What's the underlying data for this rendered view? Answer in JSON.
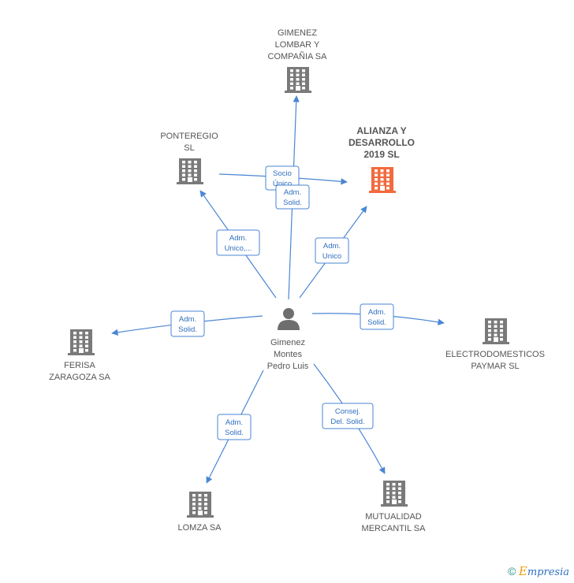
{
  "center": {
    "id": "person",
    "label": [
      "Gimenez",
      "Montes",
      "Pedro Luis"
    ],
    "icon": "person-icon"
  },
  "companies": [
    {
      "id": "gimenez-lombar",
      "label": [
        "GIMENEZ",
        "LOMBAR Y",
        "COMPAÑIA SA"
      ],
      "icon": "building-icon",
      "highlight": false
    },
    {
      "id": "ponteregio",
      "label": [
        "PONTEREGIO",
        "SL"
      ],
      "icon": "building-icon",
      "highlight": false
    },
    {
      "id": "alianza",
      "label": [
        "ALIANZA Y",
        "DESARROLLO",
        "2019  SL"
      ],
      "icon": "building-icon",
      "highlight": true
    },
    {
      "id": "ferisa",
      "label": [
        "FERISA",
        "ZARAGOZA SA"
      ],
      "icon": "building-icon",
      "highlight": false
    },
    {
      "id": "electrodomesticos",
      "label": [
        "ELECTRODOMESTICOS",
        "PAYMAR  SL"
      ],
      "icon": "building-icon",
      "highlight": false
    },
    {
      "id": "lomza",
      "label": [
        "LOMZA SA"
      ],
      "icon": "building-icon",
      "highlight": false
    },
    {
      "id": "mutualidad",
      "label": [
        "MUTUALIDAD",
        "MERCANTIL SA"
      ],
      "icon": "building-icon",
      "highlight": false
    }
  ],
  "relations": [
    {
      "id": "rel-socio-unico",
      "label": [
        "Socio",
        "Único"
      ]
    },
    {
      "id": "rel-adm-solid-top",
      "label": [
        "Adm.",
        "Solid."
      ]
    },
    {
      "id": "rel-adm-unico-ellipsis",
      "label": [
        "Adm.",
        "Unico,..."
      ]
    },
    {
      "id": "rel-adm-unico",
      "label": [
        "Adm.",
        "Unico"
      ]
    },
    {
      "id": "rel-adm-solid-left",
      "label": [
        "Adm.",
        "Solid."
      ]
    },
    {
      "id": "rel-adm-solid-right",
      "label": [
        "Adm.",
        "Solid."
      ]
    },
    {
      "id": "rel-adm-solid-bottom",
      "label": [
        "Adm.",
        "Solid."
      ]
    },
    {
      "id": "rel-consej-del-solid",
      "label": [
        "Consej.",
        "Del. Solid."
      ]
    }
  ],
  "colors": {
    "edge": "#4a86d4",
    "building": "#7a7a7a",
    "highlight": "#f26a3d",
    "person": "#6e6e6e"
  },
  "brand": {
    "copyright": "©",
    "initial": "E",
    "name": "mpresia"
  }
}
